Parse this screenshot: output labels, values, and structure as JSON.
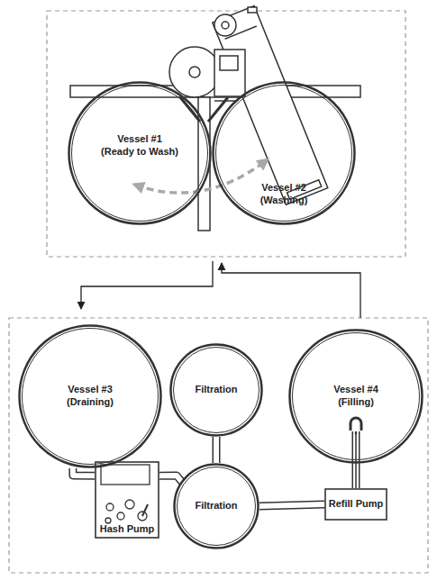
{
  "diagram": {
    "nodes": [
      {
        "text": [
          "Vessel #1",
          "(Ready to Wash)"
        ]
      },
      {
        "text": [
          "Vessel #2",
          "(Washing)"
        ]
      },
      {
        "text": [
          "Vessel #3",
          "(Draining)"
        ]
      },
      {
        "text": [
          "Filtration"
        ]
      },
      {
        "text": [
          "Vessel #4",
          "(Filling)"
        ]
      },
      {
        "text": [
          "Hash Pump"
        ]
      },
      {
        "text": [
          "Filtration"
        ]
      },
      {
        "text": [
          "Refill Pump"
        ]
      }
    ],
    "edges": [
      {
        "from": 0,
        "to": 1,
        "arrow": "both"
      },
      {
        "from": 2,
        "to": 5,
        "arrow": "none"
      },
      {
        "from": 5,
        "to": 6,
        "arrow": "none"
      },
      {
        "from": 3,
        "to": 6,
        "arrow": "none"
      },
      {
        "from": 6,
        "to": 7,
        "arrow": "none"
      },
      {
        "from": 7,
        "to": 4,
        "arrow": "to"
      }
    ]
  }
}
